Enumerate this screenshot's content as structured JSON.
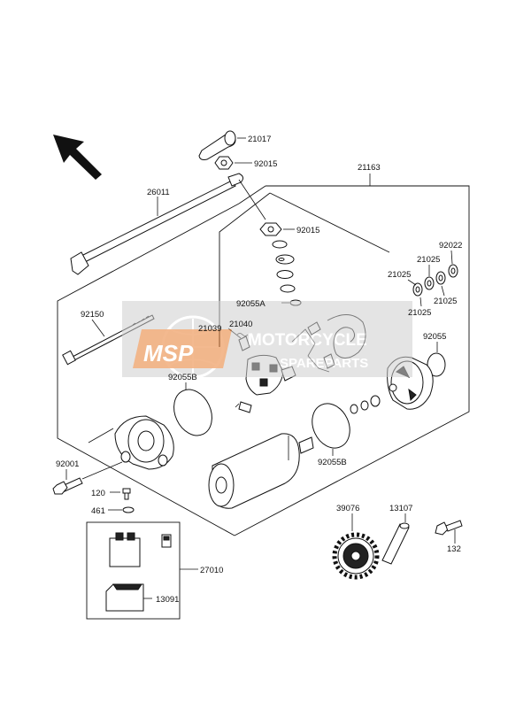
{
  "part_labels": {
    "p21017": "21017",
    "p92015a": "92015",
    "p21163": "21163",
    "p26011": "26011",
    "p92015b": "92015",
    "p92022": "92022",
    "p21025a": "21025",
    "p21025b": "21025",
    "p21025c": "21025",
    "p21025d": "21025",
    "p92055A": "92055A",
    "p92150": "92150",
    "p21039": "21039",
    "p21040": "21040",
    "p92055": "92055",
    "p92055Ba": "92055B",
    "p92055Bb": "92055B",
    "p92001": "92001",
    "p120": "120",
    "p461": "461",
    "p27010": "27010",
    "p13091": "13091",
    "p39076": "39076",
    "p13107": "13107",
    "p132": "132"
  },
  "watermark": {
    "logo": "MSP",
    "line1": "MOTORCYCLE",
    "line2": "SPAREPARTS"
  },
  "colors": {
    "logo_orange": "#e8731e",
    "watermark_grey": "#b9b9b9",
    "line": "#111111"
  }
}
